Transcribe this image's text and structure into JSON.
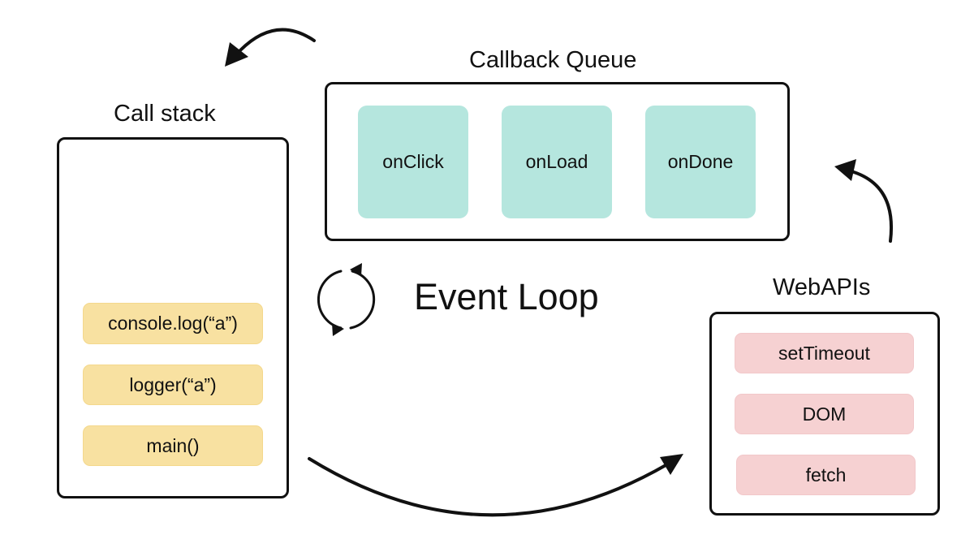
{
  "call_stack": {
    "title": "Call stack",
    "frames": [
      {
        "label": "console.log(“a”)"
      },
      {
        "label": "logger(“a”)"
      },
      {
        "label": "main()"
      }
    ]
  },
  "callback_queue": {
    "title": "Callback Queue",
    "items": [
      {
        "label": "onClick"
      },
      {
        "label": "onLoad"
      },
      {
        "label": "onDone"
      }
    ]
  },
  "event_loop": {
    "label": "Event Loop",
    "icon": "refresh-cycle-icon"
  },
  "web_apis": {
    "title": "WebAPIs",
    "items": [
      {
        "label": "setTimeout"
      },
      {
        "label": "DOM"
      },
      {
        "label": "fetch"
      }
    ]
  },
  "colors": {
    "stack_frame": "#f8e1a1",
    "queue_item": "#b5e6de",
    "web_api_item": "#f6d1d2",
    "outline": "#111111"
  }
}
